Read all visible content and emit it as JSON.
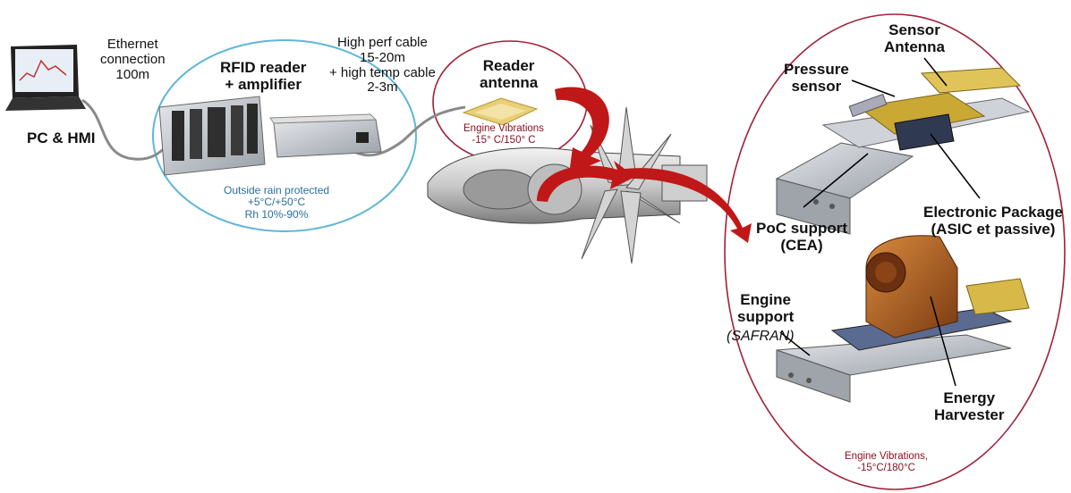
{
  "labels": {
    "pc": "PC & HMI",
    "ethernet": [
      "Ethernet",
      "connection",
      "100m"
    ],
    "rfid": [
      "RFID reader",
      "+ amplifier"
    ],
    "cable": [
      "High perf cable",
      "15-20m",
      "+ high temp cable",
      "2-3m"
    ],
    "reader_antenna": [
      "Reader",
      "antenna"
    ],
    "engine_vib_1": [
      "Engine Vibrations",
      "-15° C/150° C"
    ],
    "outside": [
      "Outside rain protected",
      "+5°C/+50°C",
      "Rh 10%-90%"
    ],
    "sensor_antenna": [
      "Sensor",
      "Antenna"
    ],
    "pressure": [
      "Pressure",
      "sensor"
    ],
    "poc": [
      "PoC support",
      "(CEA)"
    ],
    "electronic": [
      "Electronic Package",
      "(ASIC et passive)"
    ],
    "engine_support": [
      "Engine",
      "support"
    ],
    "safran": "(SAFRAN)",
    "harvester": [
      "Energy",
      "Harvester"
    ],
    "engine_vib_2": [
      "Engine Vibrations,",
      "-15°C/180°C"
    ]
  },
  "colors": {
    "blue_ellipse": "#5fb6d6",
    "red_ellipse": "#a0203a",
    "arrow": "#c01818",
    "metal": "#b9bcc4",
    "gold": "#d8b53a",
    "bronze": "#a0541e"
  },
  "icons": [
    "laptop-icon",
    "rfid-rack-icon",
    "amplifier-icon",
    "antenna-patch-icon",
    "jet-engine-icon",
    "sensor-bracket-icon",
    "harvester-bracket-icon"
  ]
}
